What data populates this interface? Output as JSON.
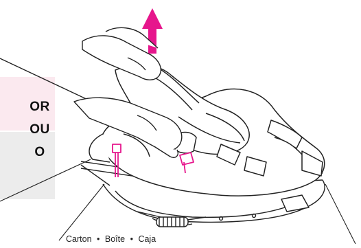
{
  "labels": {
    "or_en": "OR",
    "or_fr": "OU",
    "or_es": "O"
  },
  "caption": {
    "carton": "Carton",
    "separator": "•",
    "boite": "Boîte",
    "caja": "Caja"
  },
  "colors": {
    "arrow": "#e6168c",
    "highlight": "#e6168c",
    "band_top": "#fbe9ef",
    "band_bottom": "#ececec",
    "line": "#222222"
  },
  "icons": {
    "arrow": "up-arrow-icon"
  }
}
